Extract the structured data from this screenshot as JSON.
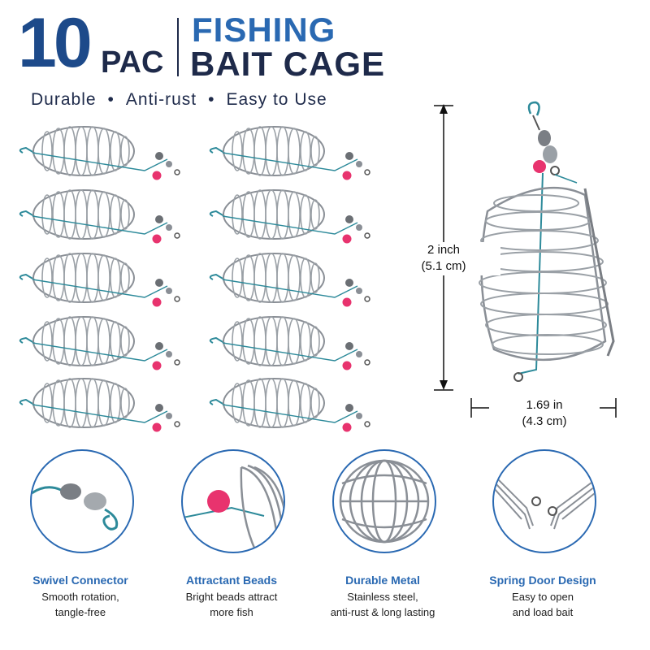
{
  "header": {
    "count": "10",
    "pack": "PAC",
    "title_line1": "FISHING",
    "title_line2": "BAIT CAGE"
  },
  "features_bar": [
    "Durable",
    "Anti-rust",
    "Easy to Use"
  ],
  "dimensions": {
    "height_in": "2 inch",
    "height_cm": "(5.1 cm)",
    "width_in": "1.69 in",
    "width_cm": "(4.3 cm)"
  },
  "details": [
    {
      "title": "Swivel Connector",
      "line1": "Smooth rotation,",
      "line2": "tangle-free"
    },
    {
      "title": "Attractant Beads",
      "line1": "Bright beads attract",
      "line2": "more fish"
    },
    {
      "title": "Durable Metal",
      "line1": "Stainless steel,",
      "line2": "anti-rust & long lasting"
    },
    {
      "title": "Spring Door Design",
      "line1": "Easy to open",
      "line2": "and load bait"
    }
  ],
  "colors": {
    "accent_blue": "#2a69b2",
    "navy": "#1e2a4a",
    "bead_pink": "#e8336e",
    "wire": "#8a8f96",
    "line_teal": "#2d8a9a"
  }
}
